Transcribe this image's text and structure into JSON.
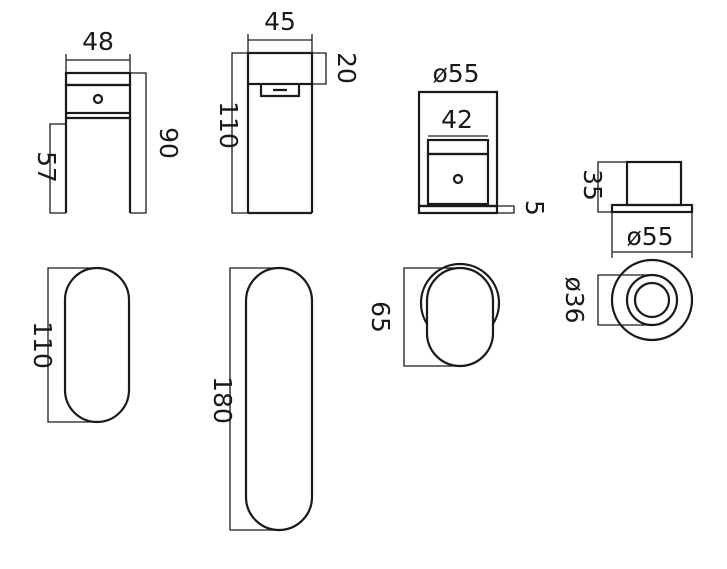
{
  "views": {
    "tap_a_front": {
      "width": "48",
      "height": "90",
      "lower_height": "57"
    },
    "tap_b_side": {
      "width": "45",
      "height": "110",
      "top_height": "20"
    },
    "tap_c_front": {
      "diameter": "ø55",
      "width": "42",
      "base": "5"
    },
    "tap_d_side": {
      "height": "35",
      "diameter": "ø55"
    },
    "tap_a_plan": {
      "height": "110"
    },
    "tap_b_plan": {
      "height": "180"
    },
    "tap_c_plan": {
      "height": "65"
    },
    "tap_d_plan": {
      "diameter": "ø36"
    }
  }
}
